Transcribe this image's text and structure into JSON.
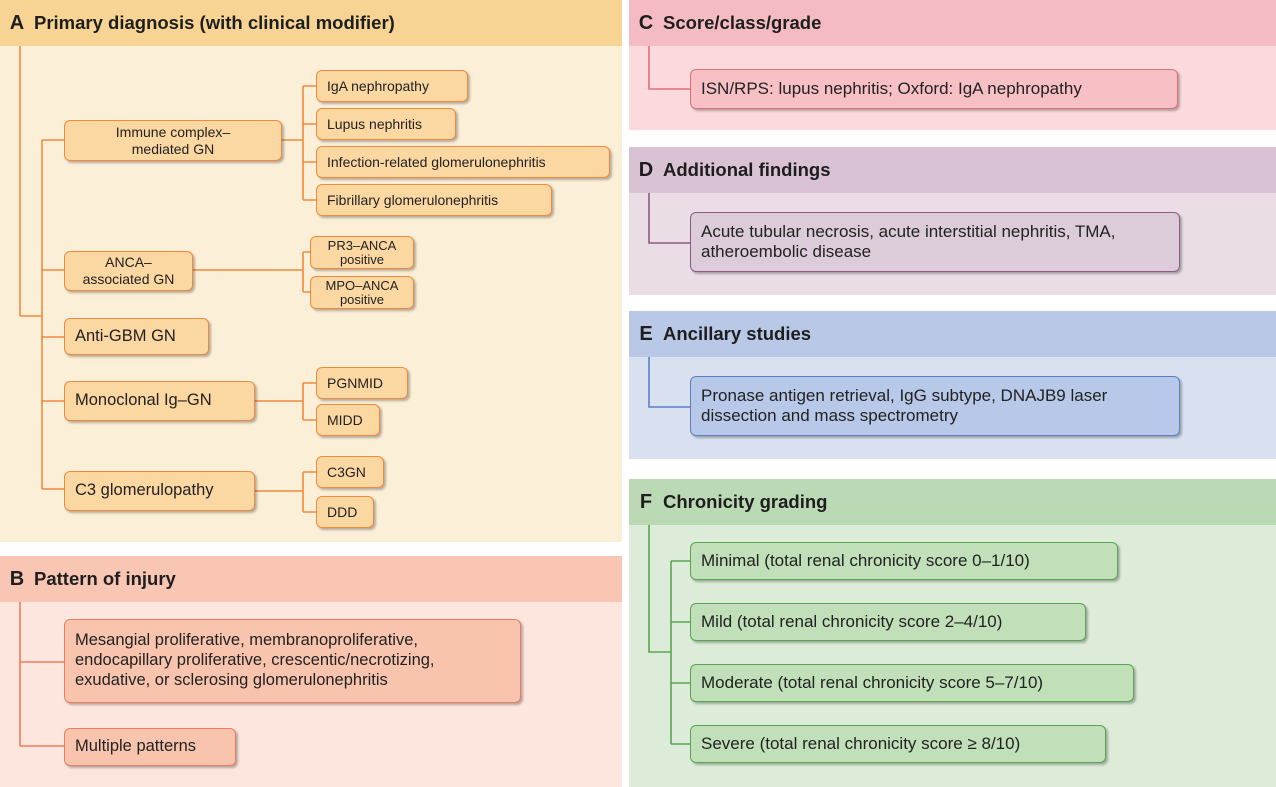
{
  "panel_a": {
    "letter": "A",
    "title": "Primary diagnosis (with clinical modifier)",
    "immune_complex": {
      "label": "Immune complex–mediated GN",
      "children": [
        "IgA nephropathy",
        "Lupus nephritis",
        "Infection-related glomerulonephritis",
        "Fibrillary glomerulonephritis"
      ]
    },
    "anca": {
      "label": "ANCA– associated GN",
      "children": [
        "PR3–ANCA positive",
        "MPO–ANCA positive"
      ]
    },
    "anti_gbm": {
      "label": "Anti-GBM GN"
    },
    "monoclonal": {
      "label": "Monoclonal Ig–GN",
      "children": [
        "PGNMID",
        "MIDD"
      ]
    },
    "c3": {
      "label": "C3 glomerulopathy",
      "children": [
        "C3GN",
        "DDD"
      ]
    }
  },
  "panel_b": {
    "letter": "B",
    "title": "Pattern of injury",
    "items": [
      "Mesangial proliferative, membranoproliferative, endocapillary proliferative, crescentic/necrotizing, exudative, or sclerosing glomerulonephritis",
      "Multiple patterns"
    ]
  },
  "panel_c": {
    "letter": "C",
    "title": "Score/class/grade",
    "items": [
      "ISN/RPS: lupus nephritis; Oxford: IgA nephropathy"
    ]
  },
  "panel_d": {
    "letter": "D",
    "title": "Additional findings",
    "items": [
      "Acute tubular necrosis, acute interstitial nephritis, TMA, atheroembolic disease"
    ]
  },
  "panel_e": {
    "letter": "E",
    "title": "Ancillary studies",
    "items": [
      "Pronase antigen retrieval, IgG subtype, DNAJB9 laser dissection and mass spectrometry"
    ]
  },
  "panel_f": {
    "letter": "F",
    "title": "Chronicity grading",
    "items": [
      "Minimal (total renal chronicity score 0–1/10)",
      "Mild (total renal chronicity score 2–4/10)",
      "Moderate (total renal chronicity score 5–7/10)",
      "Severe (total renal chronicity score ≥ 8/10)"
    ]
  },
  "colors": {
    "a_line": "#f08a3e",
    "b_line": "#ef7c5f",
    "c_line": "#e2707a",
    "d_line": "#8f5a84",
    "e_line": "#5b7fc4",
    "f_line": "#5aa553"
  }
}
